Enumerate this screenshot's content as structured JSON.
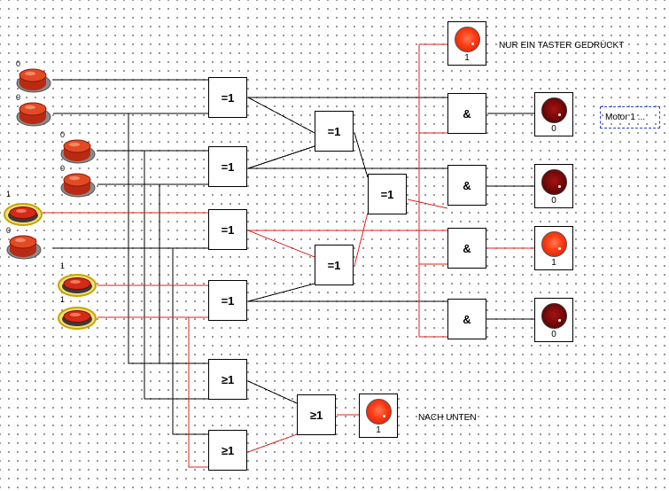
{
  "labels": {
    "nur_ein_taster": "NUR EIN TASTER GEDRÜCKT",
    "nach_unten": "NACH UNTEN",
    "motor": "Motor 1 ..."
  },
  "buttons": [
    {
      "id": "btn1",
      "value": "0",
      "pressed": false
    },
    {
      "id": "btn2",
      "value": "0",
      "pressed": false
    },
    {
      "id": "btn3",
      "value": "0",
      "pressed": false
    },
    {
      "id": "btn4",
      "value": "0",
      "pressed": false
    },
    {
      "id": "btn5",
      "value": "1",
      "pressed": true
    },
    {
      "id": "btn6",
      "value": "0",
      "pressed": false
    },
    {
      "id": "btn7",
      "value": "1",
      "pressed": true
    },
    {
      "id": "btn8",
      "value": "1",
      "pressed": true
    }
  ],
  "gates": {
    "xor1": "=1",
    "xor2": "=1",
    "xor3": "=1",
    "xor4": "=1",
    "xor5": "=1",
    "xor6": "=1",
    "xor7": "=1",
    "and1": "&",
    "and2": "&",
    "and3": "&",
    "and4": "&",
    "or1": "≥1",
    "or2": "≥1",
    "or3": "≥1"
  },
  "lamps": {
    "top": "1",
    "and1": "0",
    "and2": "0",
    "and3": "1",
    "and4": "0",
    "bottom": "1"
  },
  "colors": {
    "wire_low": "#000000",
    "wire_high": "#e0201b",
    "motor_border": "#2a3fd8"
  }
}
